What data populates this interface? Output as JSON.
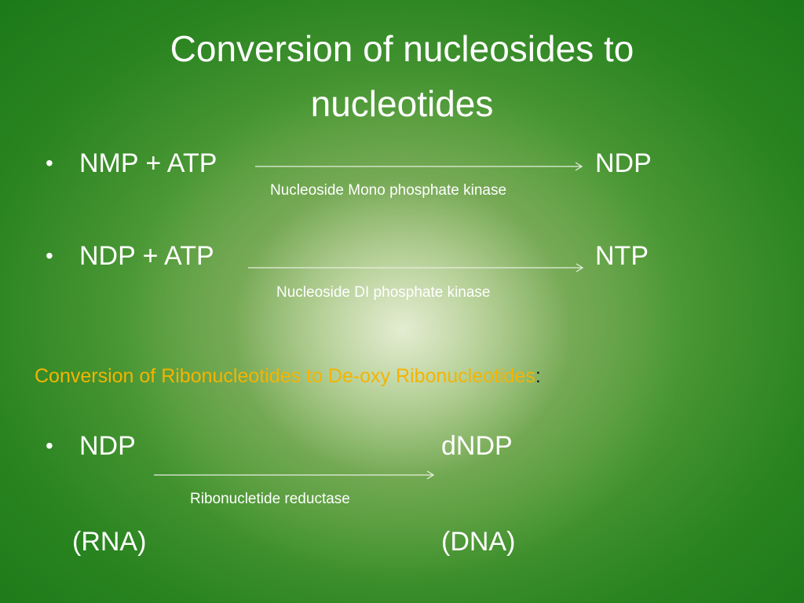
{
  "slide": {
    "title_line1": "Conversion of nucleosides to",
    "title_line2": "nucleotides",
    "bullet_symbol": "•",
    "reaction1": {
      "left": "NMP + ATP",
      "right": "NDP",
      "enzyme": "Nucleoside Mono phosphate kinase"
    },
    "reaction2": {
      "left": "NDP + ATP",
      "right": "NTP",
      "enzyme": "Nucleoside DI phosphate kinase"
    },
    "section_heading": "Conversion of Ribonucleotides to De-oxy Ribonucleotides",
    "section_heading_suffix": ":",
    "reaction3": {
      "left": "NDP",
      "right": "dNDP",
      "enzyme": "Ribonucletide reductase",
      "left_note": "(RNA)",
      "right_note": "(DNA)"
    }
  },
  "colors": {
    "text": "#ffffff",
    "heading_accent": "#f4b400",
    "arrow": "#e6eedd",
    "background_edge": "#1c7a18"
  }
}
